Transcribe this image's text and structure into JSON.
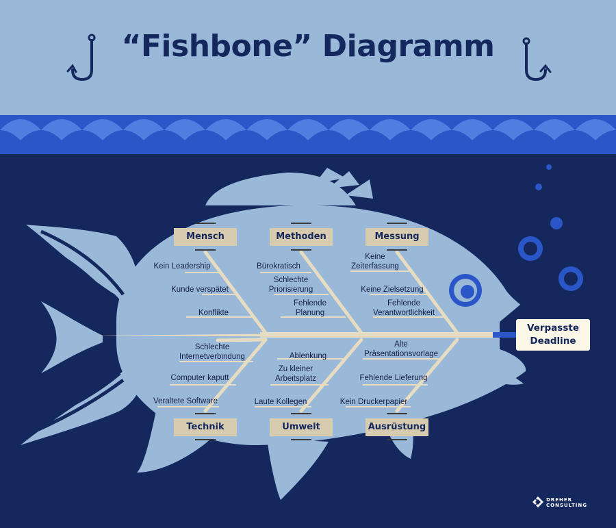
{
  "title": "“Fishbone” Diagramm",
  "effect": "Verpasste\nDeadline",
  "categories": {
    "mensch": "Mensch",
    "methoden": "Methoden",
    "messung": "Messung",
    "technik": "Technik",
    "umwelt": "Umwelt",
    "ausruestung": "Ausrüstung"
  },
  "causes": {
    "mensch": [
      "Kein Leadership",
      "Kunde verspätet",
      "Konflikte"
    ],
    "methoden": [
      "Bürokratisch",
      "Schlechte\nPriorisierung",
      "Fehlende\nPlanung"
    ],
    "messung": [
      "Keine\nZeiterfassung",
      "Keine Zielsetzung",
      "Fehlende\nVerantwortlichkeit"
    ],
    "technik": [
      "Schlechte\nInternetverbindung",
      "Computer kaputt",
      "Veraltete Software"
    ],
    "umwelt": [
      "Ablenkung",
      "Zu kleiner\nArbeitsplatz",
      "Laute Kollegen"
    ],
    "ausruestung": [
      "Alte\nPräsentationsvorlage",
      "Fehlende Lieferung",
      "Kein Druckerpapier"
    ]
  },
  "brand": {
    "name": "DREHER\nCONSULTING"
  },
  "colors": {
    "sky": "#9ab8d8",
    "ocean": "#14285e",
    "fish": "#9ab8d8",
    "bone": "#e6dcc2",
    "label_box": "#d8ccb0",
    "wave_dark": "#2a56c8",
    "wave_light": "#4f7de0"
  }
}
